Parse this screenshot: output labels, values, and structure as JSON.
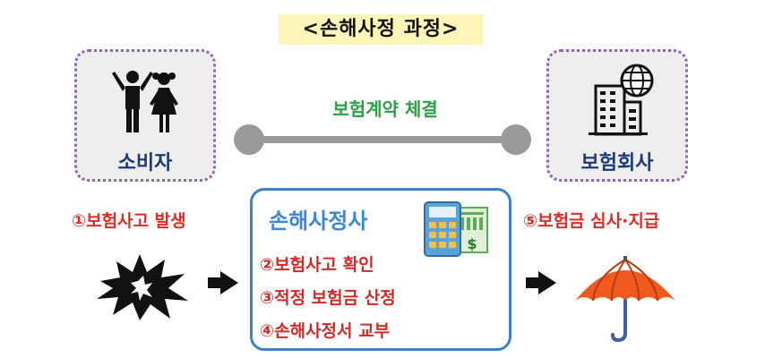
{
  "title": "<손해사정 과정>",
  "consumer": {
    "label": "소비자"
  },
  "insurer": {
    "label": "보험회사"
  },
  "contract": {
    "label": "보험계약 체결"
  },
  "steps": {
    "occurrence": "①보험사고 발생",
    "payment": "⑤보험금 심사·지급"
  },
  "adjuster": {
    "title": "손해사정사",
    "steps": [
      "②보험사고 확인",
      "③적정 보험금 산정",
      "④손해사정서 교부"
    ]
  },
  "colors": {
    "contract_line": "#999999",
    "contract_text": "#2f9e48",
    "step_text": "#e02c26",
    "party_text": "#1d3a7a",
    "adjuster_border": "#3e80c9",
    "umbrella": "#f05a1e"
  },
  "icons": [
    "people-icon",
    "building-globe-icon",
    "explosion-icon",
    "calculator-document-icon",
    "umbrella-icon",
    "arrow-right-icon"
  ]
}
